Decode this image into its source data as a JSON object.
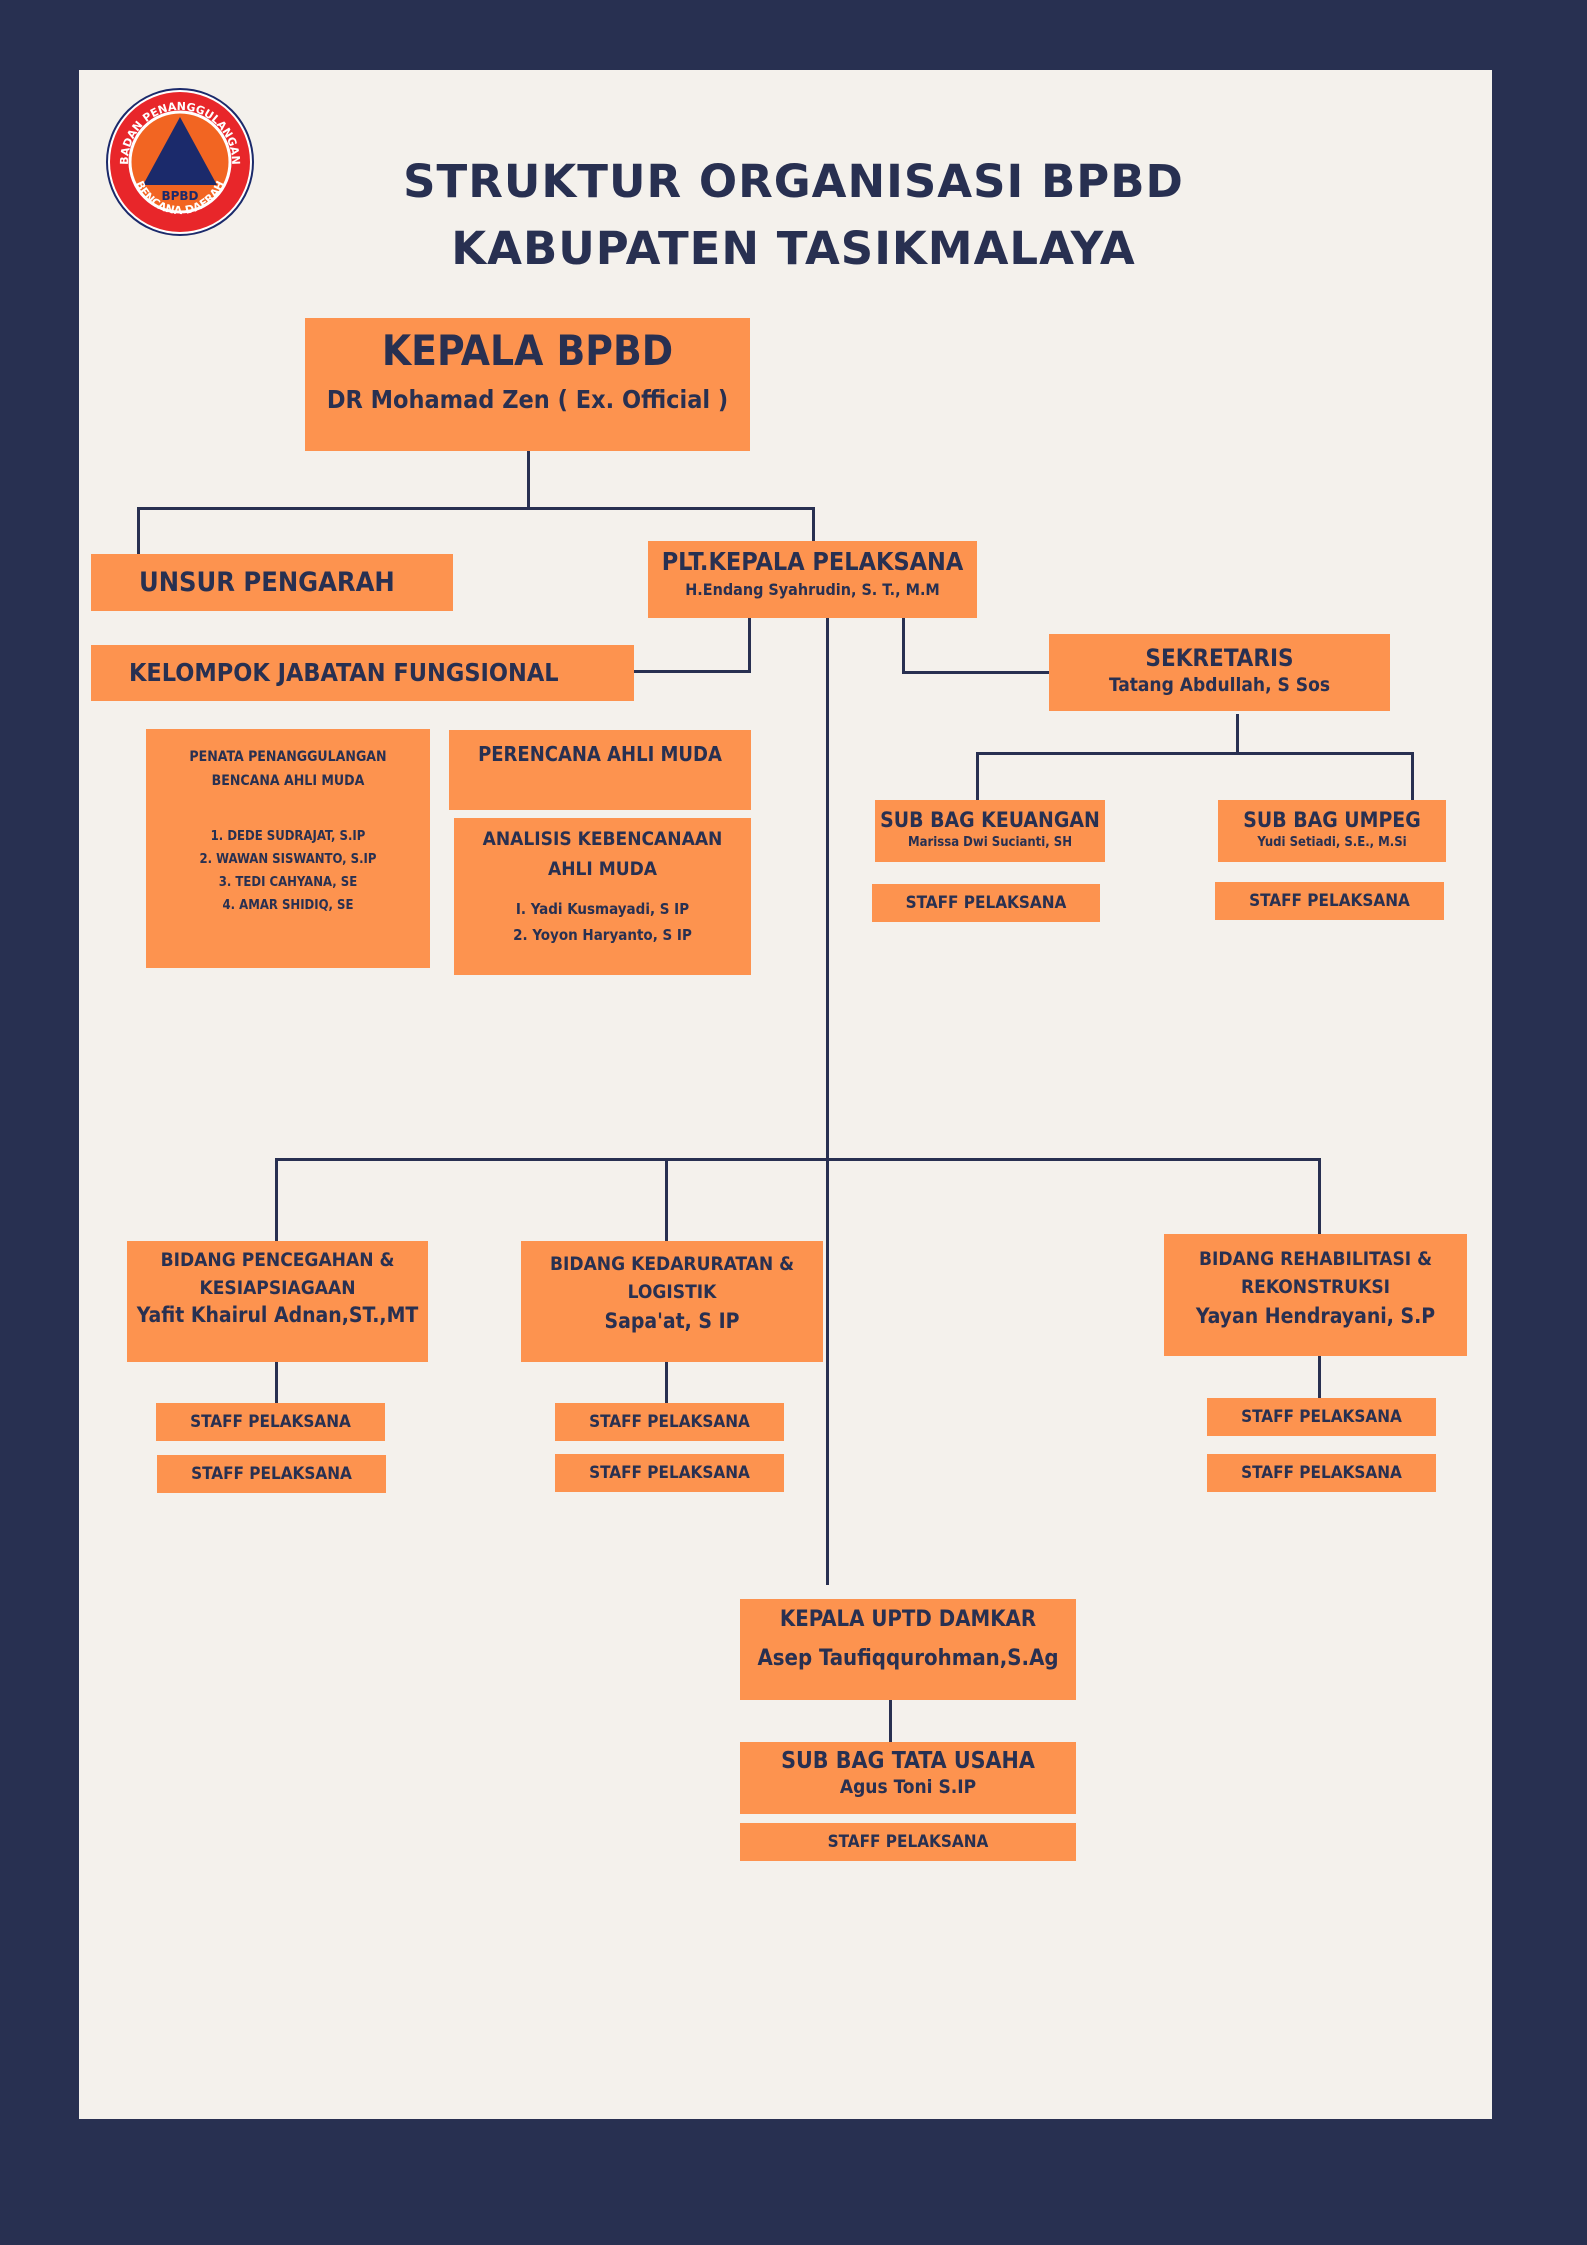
{
  "logo": {
    "ring_top": "BADAN PENANGGULANGAN",
    "ring_bottom": "BENCANA DAERAH",
    "center": "BPBD",
    "colors": {
      "ring": "#e8262a",
      "inner": "#f26522",
      "triangle": "#1b2a6b",
      "text": "#ffffff"
    }
  },
  "title": {
    "line1": "STRUKTUR ORGANISASI BPBD",
    "line2": "KABUPATEN TASIKMALAYA"
  },
  "kepala": {
    "title": "KEPALA BPBD",
    "name": "DR Mohamad Zen ( Ex. Official )"
  },
  "unsur": {
    "title": "UNSUR PENGARAH"
  },
  "plt": {
    "title": "PLT.KEPALA PELAKSANA",
    "name": "H.Endang Syahrudin, S. T., M.M"
  },
  "kelompok": {
    "title": "KELOMPOK JABATAN FUNGSIONAL"
  },
  "penata": {
    "title1": "PENATA PENANGGULANGAN",
    "title2": "BENCANA AHLI MUDA",
    "items": [
      "1.     DEDE SUDRAJAT, S.IP",
      "2.  WAWAN SISWANTO, S.IP",
      "3.       TEDI CAHYANA, SE",
      "4.        AMAR SHIDIQ, SE"
    ]
  },
  "perencana": {
    "title": "PERENCANA AHLI MUDA"
  },
  "analisis": {
    "title1": "ANALISIS KEBENCANAAN",
    "title2": "AHLI MUDA",
    "items": [
      "I.   Yadi Kusmayadi, S IP",
      "2.   Yoyon Haryanto, S IP"
    ]
  },
  "sekretaris": {
    "title": "SEKRETARIS",
    "name": "Tatang Abdullah, S Sos"
  },
  "keuangan": {
    "title": "SUB BAG KEUANGAN",
    "name": "Marissa Dwi Sucianti, SH"
  },
  "umpeg": {
    "title": "SUB BAG UMPEG",
    "name": "Yudi Setiadi, S.E., M.Si"
  },
  "pencegahan": {
    "line1": "BIDANG PENCEGAHAN &",
    "line2": "KESIAPSIAGAAN",
    "name": "Yafit Khairul Adnan,ST.,MT"
  },
  "kedaruratan": {
    "line1": "BIDANG KEDARURATAN &",
    "line2": "LOGISTIK",
    "name": "Sapa'at, S IP"
  },
  "rehabilitasi": {
    "line1": "BIDANG REHABILITASI &",
    "line2": "REKONSTRUKSI",
    "name": "Yayan Hendrayani, S.P"
  },
  "uptd": {
    "title": "KEPALA UPTD DAMKAR",
    "name": "Asep Taufiqqurohman,S.Ag"
  },
  "tatausaha": {
    "title": "SUB BAG TATA USAHA",
    "name": "Agus Toni S.IP"
  },
  "staff_label": "STAFF PELAKSANA",
  "colors": {
    "background": "#283051",
    "page": "#f4f1ec",
    "box": "#fd934f",
    "text": "#283051"
  }
}
